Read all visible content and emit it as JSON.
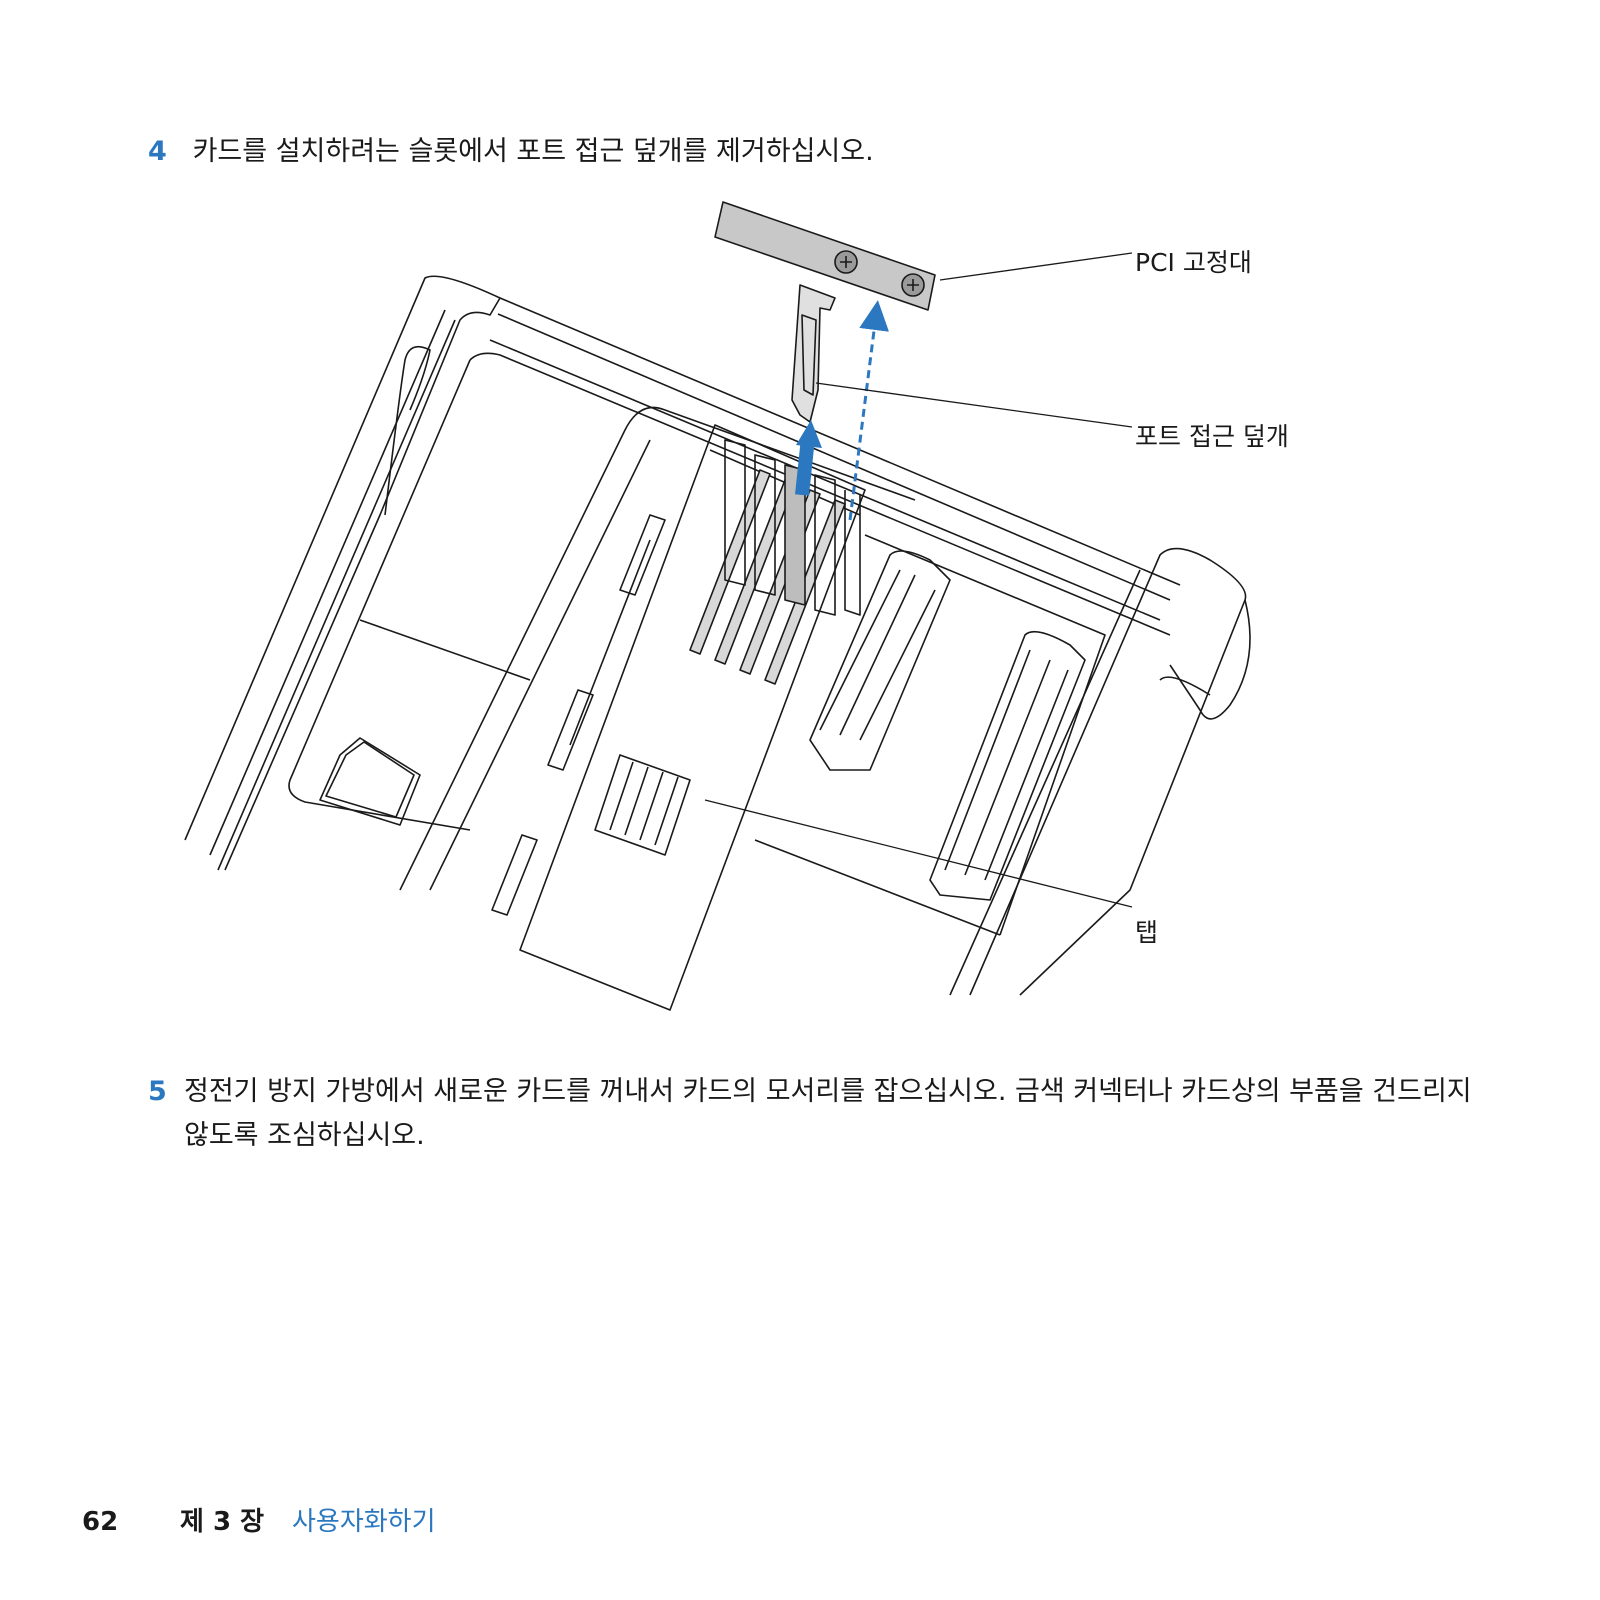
{
  "steps": [
    {
      "number": "4",
      "text": "카드를 설치하려는 슬롯에서 포트 접근 덮개를 제거하십시오."
    },
    {
      "number": "5",
      "text": "정전기 방지 가방에서 새로운 카드를 꺼내서 카드의 모서리를 잡으십시오. 금색 커넥터나 카드상의 부품을 건드리지 않도록 조심하십시오."
    }
  ],
  "figure": {
    "callouts": {
      "pci_bracket": "PCI 고정대",
      "port_cover": "포트 접근 덮개",
      "tab": "탭"
    },
    "colors": {
      "line": "#1a1a1a",
      "arrow": "#2b78c0",
      "metal": "#c8c8c8",
      "slot_fill": "#bdbdbd"
    }
  },
  "footer": {
    "page_number": "62",
    "chapter": "제 3 장",
    "section": "사용자화하기"
  }
}
